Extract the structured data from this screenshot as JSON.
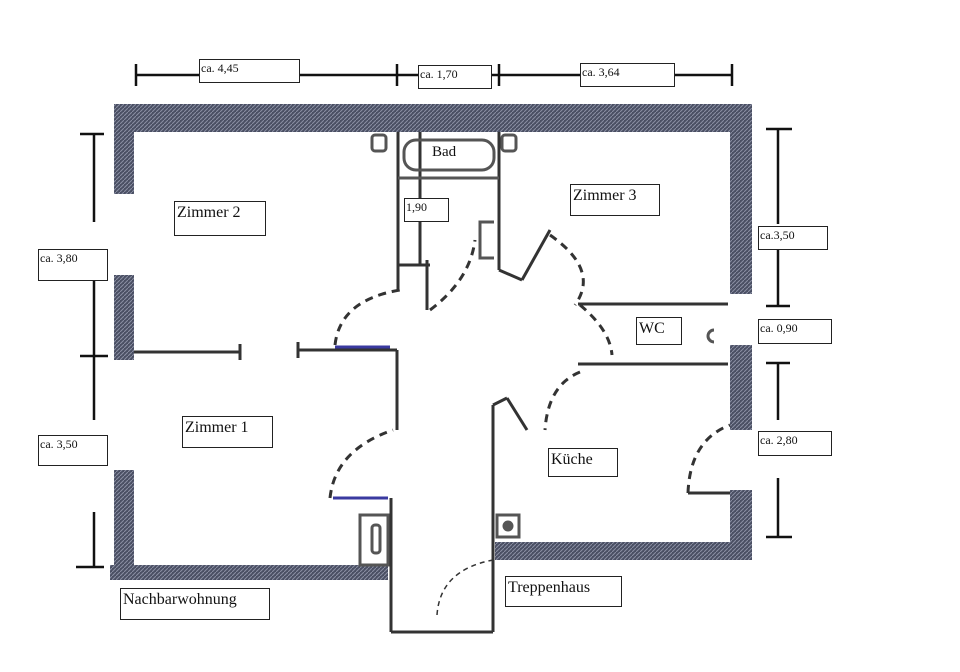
{
  "plan": {
    "title": "Grundriss",
    "rooms": {
      "zimmer1": "Zimmer 1",
      "zimmer2": "Zimmer 2",
      "zimmer3": "Zimmer 3",
      "bad": "Bad",
      "wc": "WC",
      "kueche": "Küche",
      "treppenhaus": "Treppenhaus",
      "nachbarwohnung": "Nachbarwohnung"
    },
    "dimensions": {
      "top_left": "ca. 4,45",
      "top_middle": "ca. 1,70",
      "top_right": "ca. 3,64",
      "bad_depth": "1,90",
      "left_upper": "ca. 3,80",
      "left_lower": "ca. 3,50",
      "right_upper": "ca.3,50",
      "right_middle": "ca. 0,90",
      "right_lower": "ca. 2,80"
    },
    "colors": {
      "wall": "#4a4f63",
      "line": "#222222",
      "door_accent": "#3a3aa0"
    }
  }
}
